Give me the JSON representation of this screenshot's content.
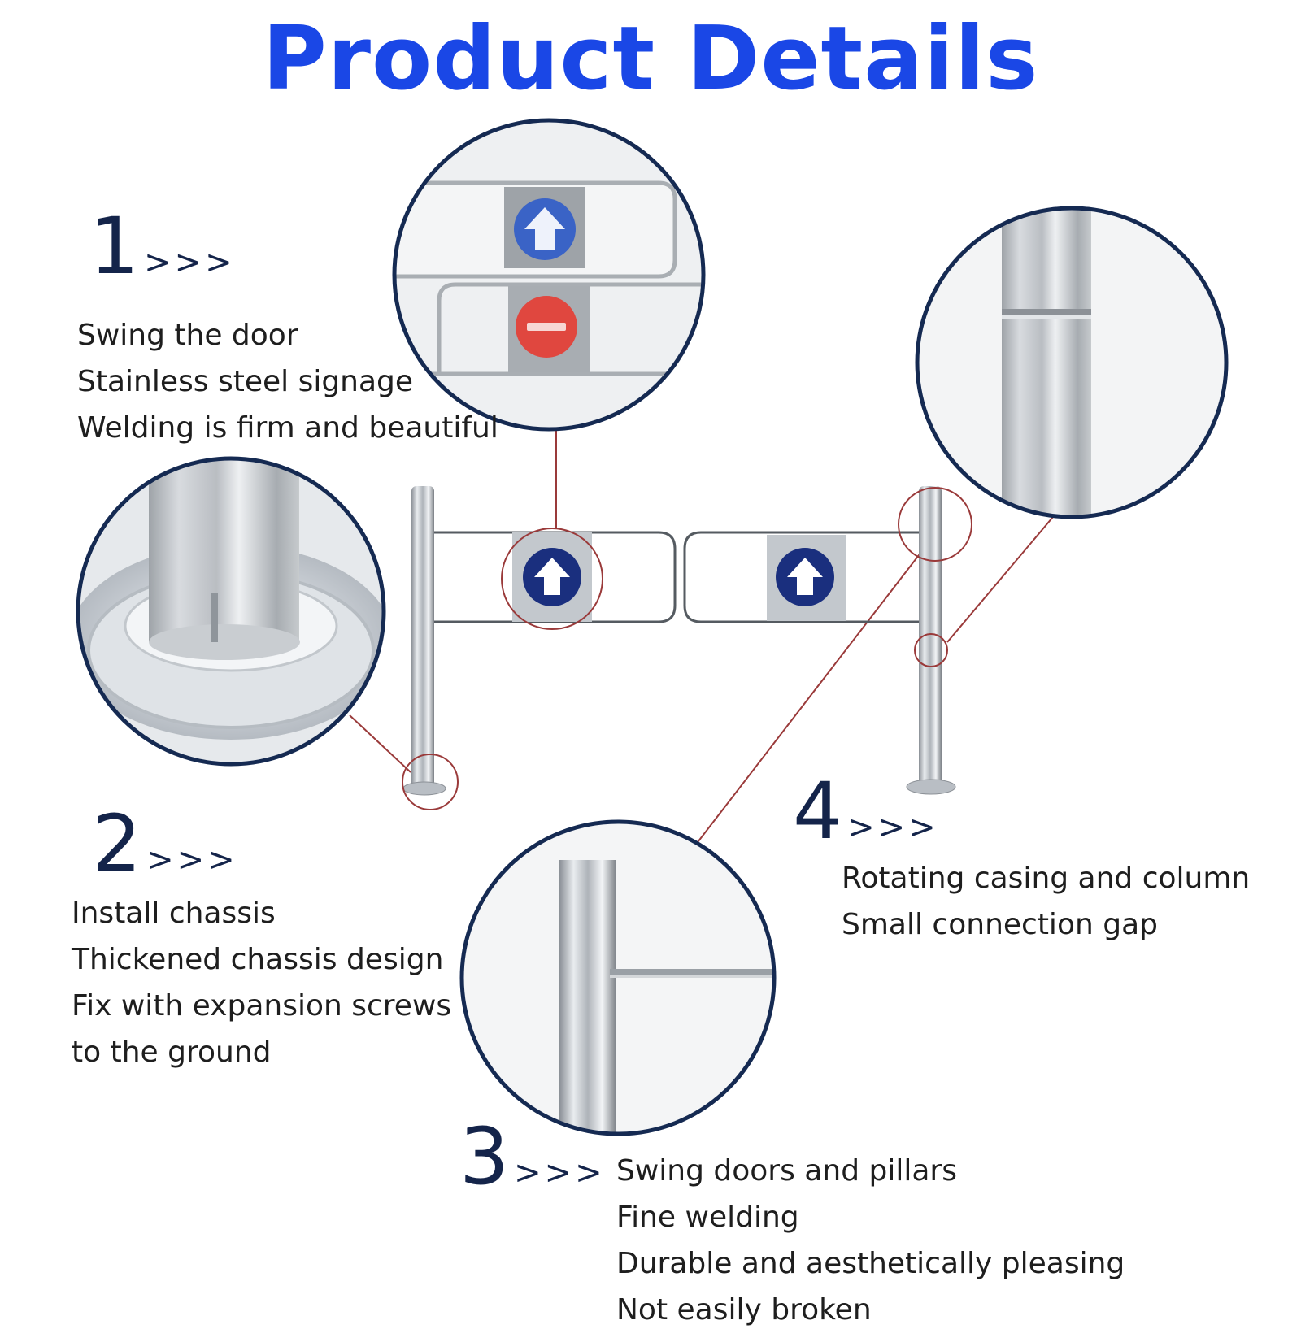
{
  "title": "Product Details",
  "colors": {
    "title": "#1a47e6",
    "number": "#14244a",
    "callout_line": "#9a3a3a",
    "circle_border": "#152a52"
  },
  "features": [
    {
      "number": "1",
      "arrows": ">>>",
      "lines": [
        "Swing the door",
        "Stainless steel signage",
        "Welding is firm and beautiful"
      ]
    },
    {
      "number": "2",
      "arrows": ">>>",
      "lines": [
        "Install chassis",
        "Thickened chassis design",
        "Fix with expansion screws",
        "to the ground"
      ]
    },
    {
      "number": "3",
      "arrows": ">>>",
      "lines": [
        "Swing doors and pillars",
        "Fine welding",
        "Durable and aesthetically pleasing",
        "Not easily broken"
      ]
    },
    {
      "number": "4",
      "arrows": ">>>",
      "lines": [
        "Rotating casing and column",
        "Small connection gap"
      ]
    }
  ],
  "icons": [
    "up-arrow-sign-icon",
    "no-entry-sign-icon"
  ]
}
